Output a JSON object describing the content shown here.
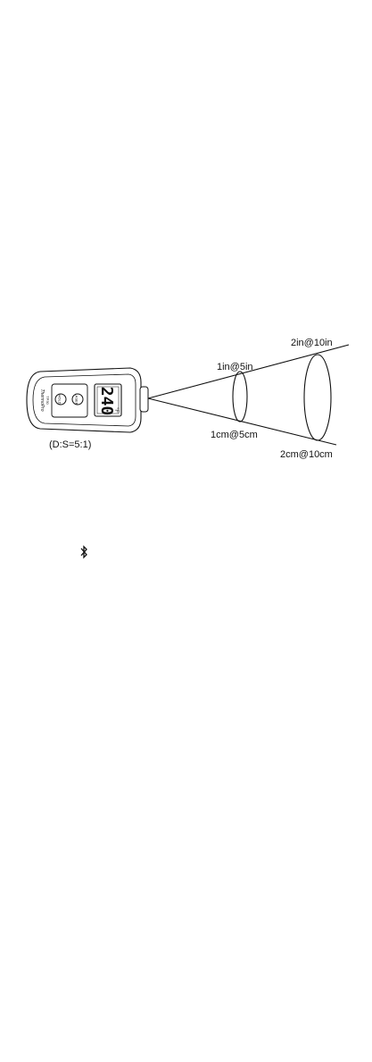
{
  "thermometer": {
    "brand_label": "ThermoPro",
    "brand_sub": "TP30",
    "button_top_label": "HOLD",
    "button_bottom_label": "LASER",
    "display_value": "240",
    "display_unit": "°F",
    "ratio_label": "(D:S=5:1)"
  },
  "spot_labels": {
    "near_in": "1in@5in",
    "near_cm": "1cm@5cm",
    "far_in": "2in@10in",
    "far_cm": "2cm@10cm"
  },
  "bluetooth": {
    "icon": "bluetooth-icon"
  }
}
